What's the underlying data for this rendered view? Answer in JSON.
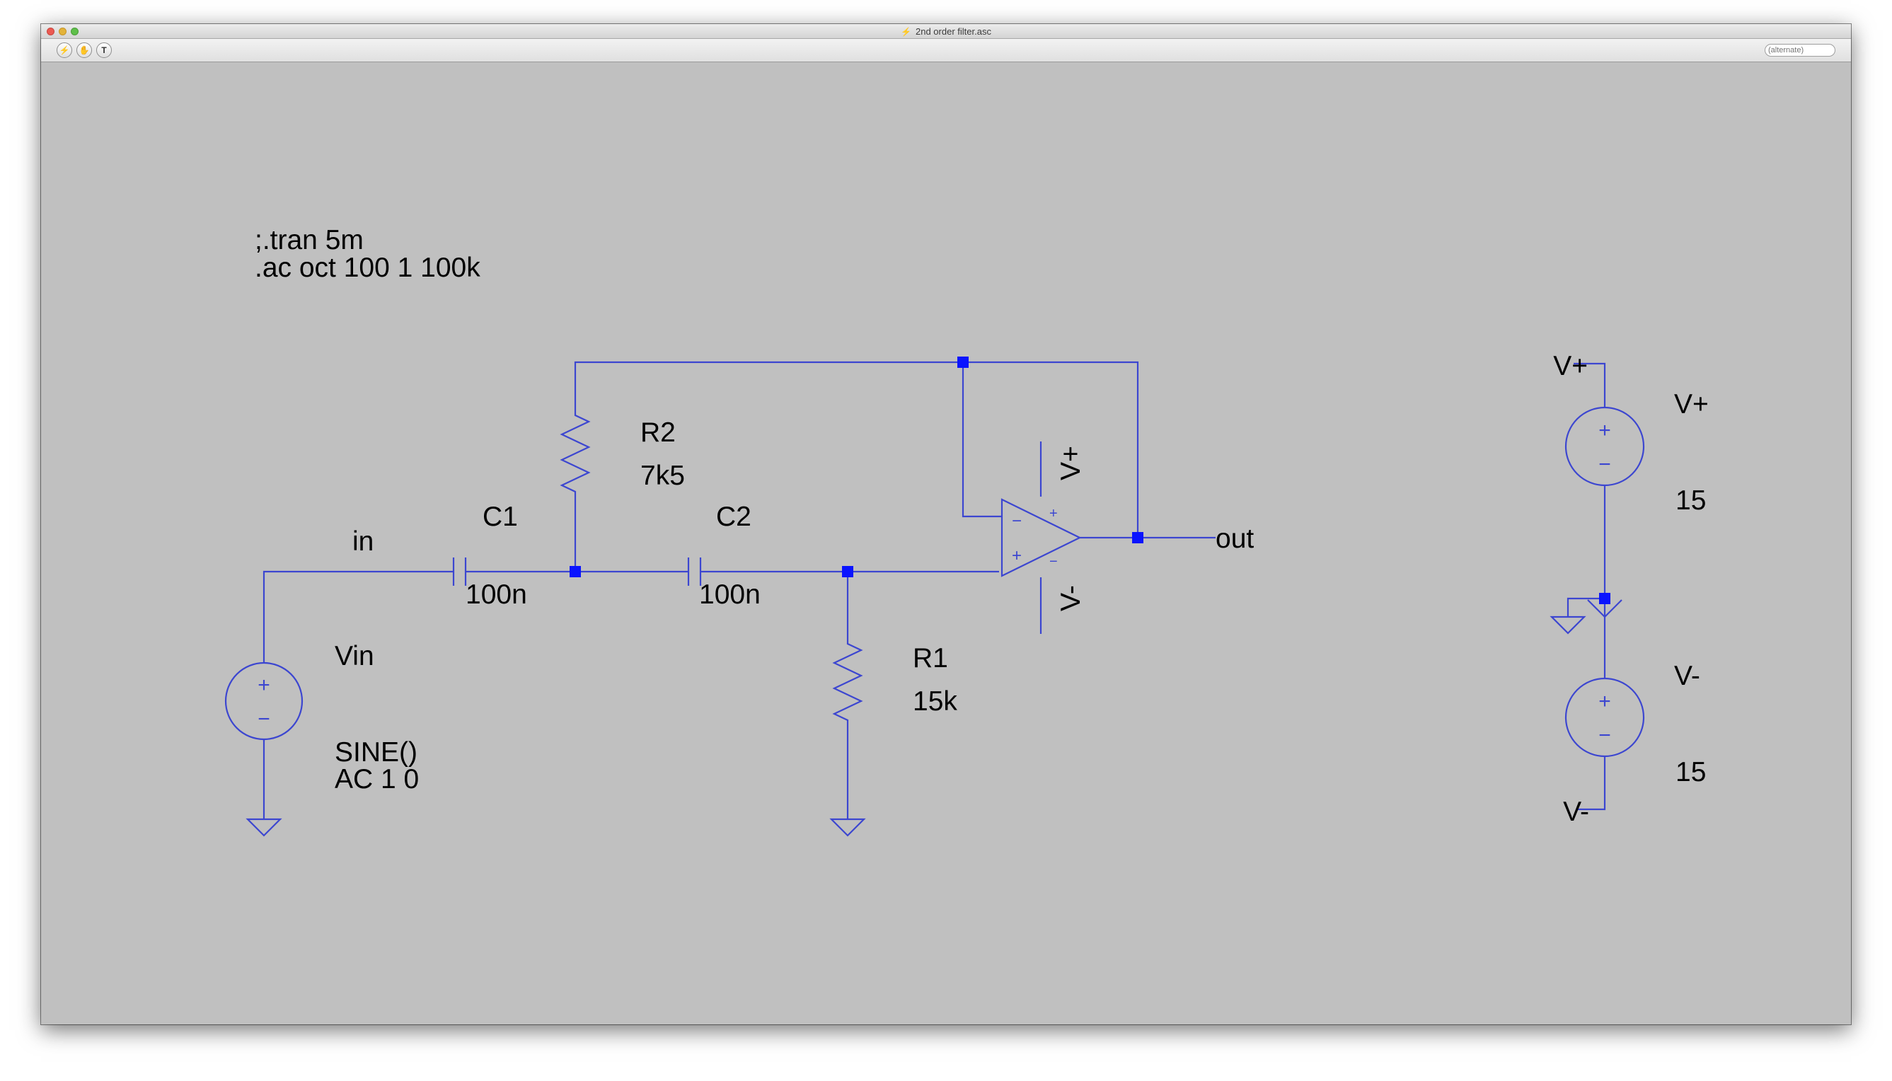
{
  "window": {
    "title": "2nd order filter.asc",
    "search_placeholder": "(alternate)",
    "colors": {
      "background": "#c0c0c0",
      "wire": "#3c46d0",
      "junction": "#0a14ff"
    }
  },
  "toolbar": [
    {
      "icon": "run-icon",
      "glyph": "⚡"
    },
    {
      "icon": "halt-icon",
      "glyph": "✋"
    },
    {
      "icon": "text-tool-icon",
      "glyph": "T"
    }
  ],
  "schematic": {
    "directives": [
      ";.tran 5m",
      ".ac oct 100 1 100k"
    ],
    "net_labels": {
      "in": "in",
      "out": "out"
    },
    "components": {
      "C1": {
        "name": "C1",
        "value": "100n"
      },
      "C2": {
        "name": "C2",
        "value": "100n"
      },
      "R1": {
        "name": "R1",
        "value": "15k"
      },
      "R2": {
        "name": "R2",
        "value": "7k5"
      },
      "Vin": {
        "name": "Vin",
        "value1": "SINE()",
        "value2": "AC 1 0"
      },
      "Vpos": {
        "name": "V+",
        "value": "15"
      },
      "Vneg": {
        "name": "V-",
        "value": "15"
      }
    },
    "opamp": {
      "supply_pos": "V+",
      "supply_neg": "V-"
    },
    "supply_labels": {
      "top": "V+",
      "bottom": "V-"
    },
    "pin_signs": {
      "plus": "+",
      "minus": "−"
    }
  }
}
